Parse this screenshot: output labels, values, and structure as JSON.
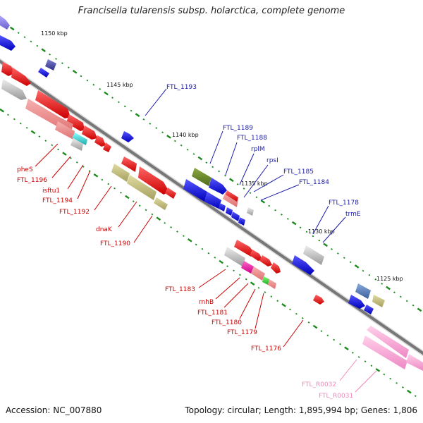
{
  "title": "Francisella tularensis subsp. holarctica, complete genome",
  "footer": {
    "accession": "Accession: NC_007880",
    "summary": "Topology: circular; Length: 1,895,994 bp; Genes: 1,806"
  },
  "colors": {
    "backbone": "#777777",
    "tick": "#1a8a1a",
    "label_blue": "#1a1aaa",
    "label_red": "#cc0000",
    "label_pink": "#ee88bb"
  },
  "ticks": [
    "1150 kbp",
    "1145 kbp",
    "1140 kbp",
    "1135 kbp",
    "1130 kbp",
    "1125 kbp"
  ],
  "labels_upper": [
    "FTL_1193",
    "FTL_1189",
    "FTL_1188",
    "rplM",
    "rpsI",
    "FTL_1185",
    "FTL_1184",
    "FTL_1178",
    "trmE"
  ],
  "labels_lower": [
    "pheS",
    "FTL_1196",
    "isftu1",
    "FTL_1194",
    "FTL_1192",
    "dnaK",
    "FTL_1190",
    "FTL_1183",
    "rnhB",
    "FTL_1181",
    "FTL_1180",
    "FTL_1179",
    "FTL_1176"
  ],
  "labels_rna": [
    "FTL_R0032",
    "FTL_R0031"
  ]
}
